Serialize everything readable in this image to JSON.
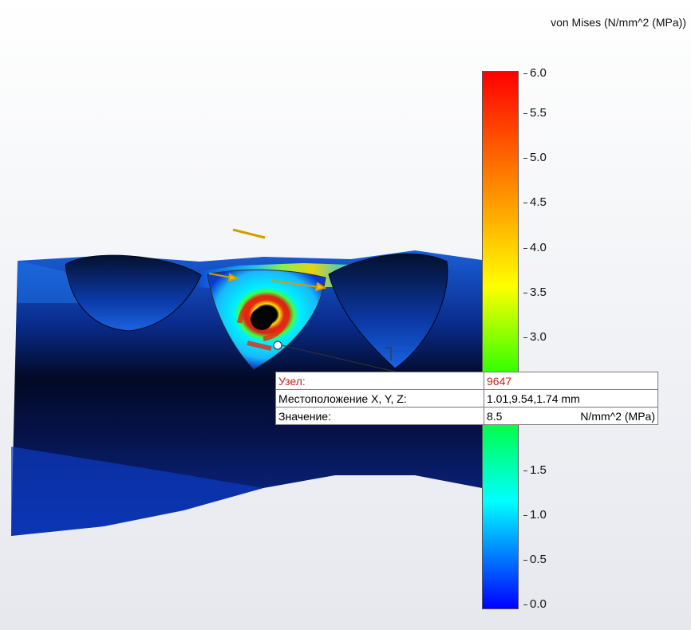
{
  "legend": {
    "title": "von Mises (N/mm^2 (MPa))",
    "ticks": [
      "6.0",
      "5.5",
      "5.0",
      "4.5",
      "4.0",
      "3.5",
      "3.0",
      "1.5",
      "1.0",
      "0.5",
      "0.0"
    ],
    "colors": [
      "#ff0000",
      "#ff8000",
      "#ffff00",
      "#00ff00",
      "#00ffff",
      "#0000ff"
    ]
  },
  "probe": {
    "node_label": "Узел:",
    "node_value": "9647",
    "location_label": "Местоположение X, Y, Z:",
    "location_value": "1.01,9.54,1.74 mm",
    "value_label": "Значение:",
    "value_number": "8.5",
    "value_unit": "N/mm^2 (MPa)"
  }
}
